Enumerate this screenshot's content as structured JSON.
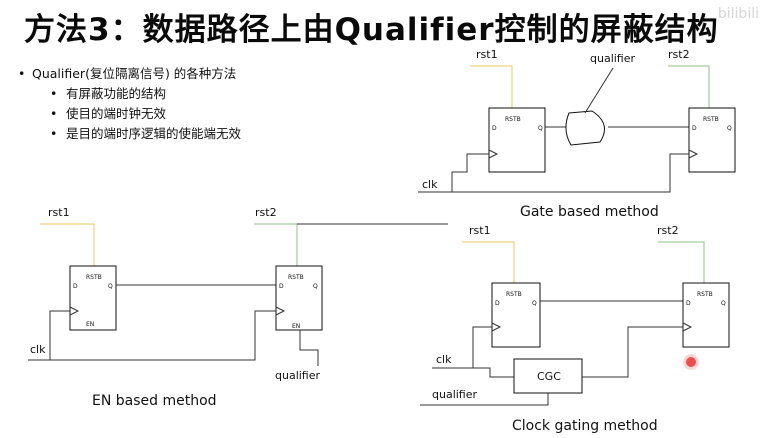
{
  "title": "方法3：数据路径上由Qualifier控制的屏蔽结构",
  "watermark": "bilibili",
  "bullets": {
    "main": "Qualifier(复位隔离信号) 的各种方法",
    "items": [
      "有屏蔽功能的结构",
      "使目的端时钟无效",
      "是目的端时序逻辑的使能端无效"
    ]
  },
  "pins": {
    "rstb": "RSTB",
    "d": "D",
    "q": "Q",
    "en": "EN"
  },
  "gate_based": {
    "rst1": "rst1",
    "rst2": "rst2",
    "qualifier": "qualifier",
    "clk": "clk",
    "caption": "Gate based method"
  },
  "en_based": {
    "rst1": "rst1",
    "rst2": "rst2",
    "qualifier": "qualifier",
    "clk": "clk",
    "caption": "EN based method"
  },
  "clock_gating": {
    "rst1": "rst1",
    "rst2": "rst2",
    "qualifier": "qualifier",
    "clk": "clk",
    "cgc": "CGC",
    "caption": "Clock gating method"
  },
  "colors": {
    "rst1_wire": "#e8c860",
    "rst2_wire": "#8fbf8a",
    "cursor": "#e53935"
  }
}
